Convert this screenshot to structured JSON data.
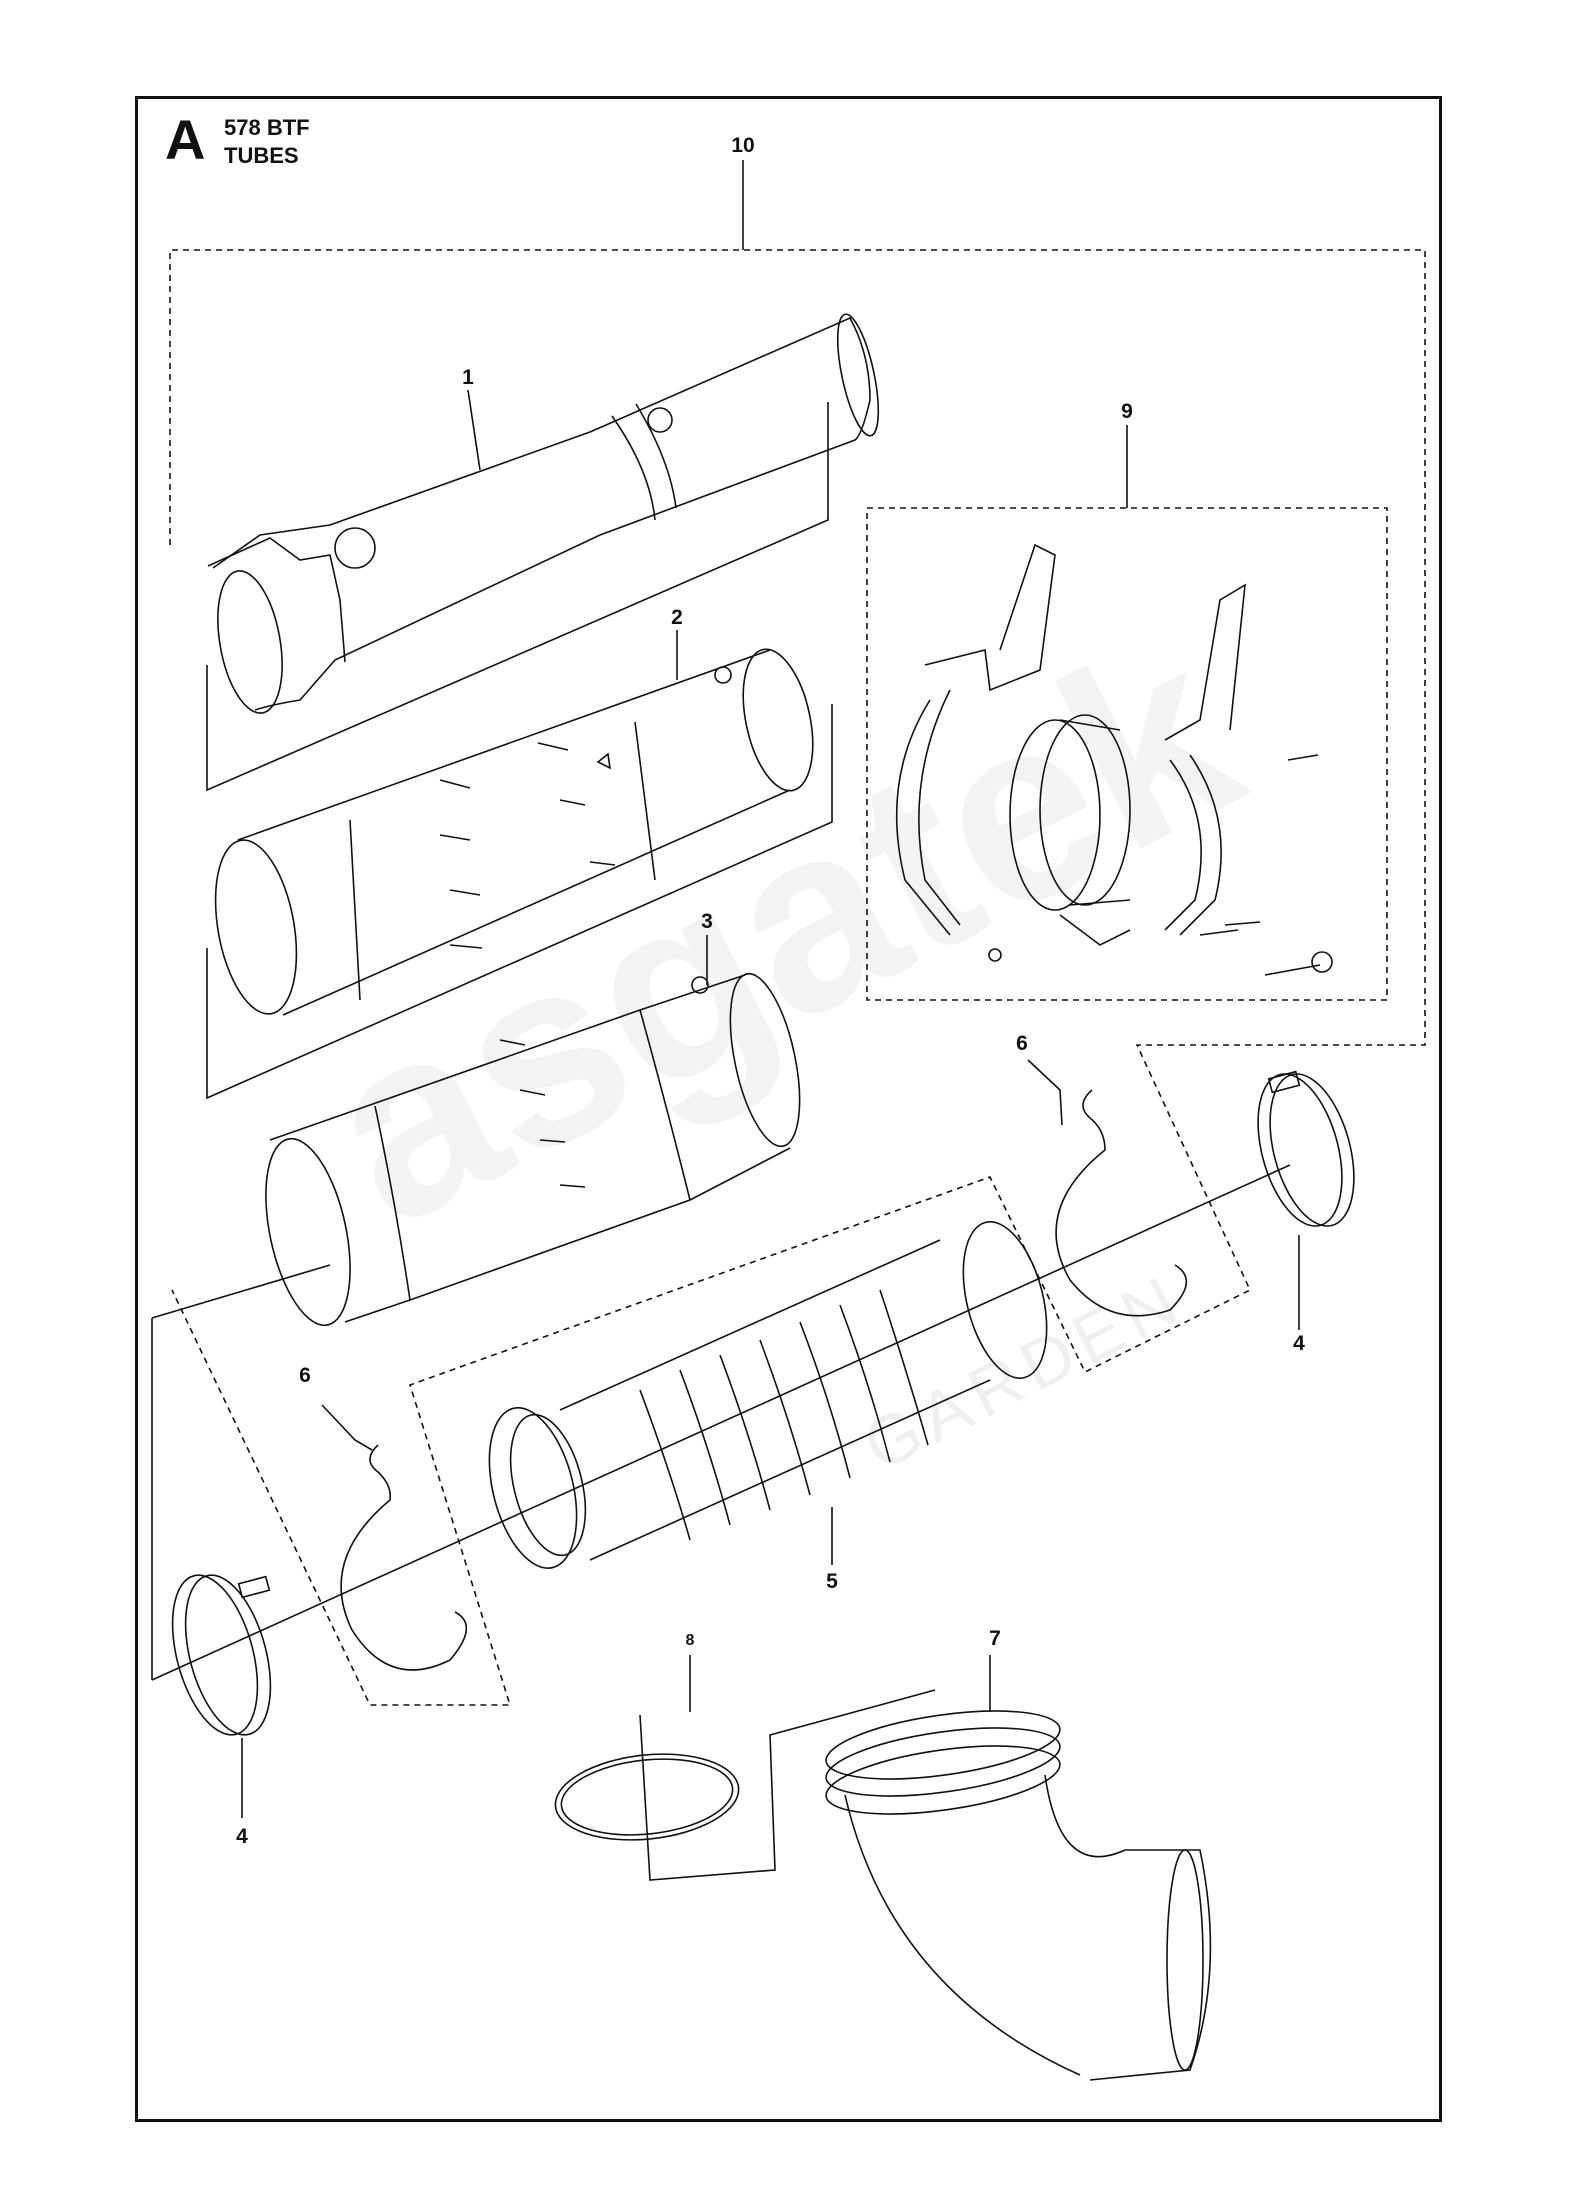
{
  "header": {
    "section_letter": "A",
    "model": "578 BTF",
    "group": "TUBES"
  },
  "watermark": {
    "brand": "asgatek",
    "sub": "GARDEN"
  },
  "callouts": [
    {
      "id": "c10",
      "label": "10",
      "part": "tube-kit-assembly"
    },
    {
      "id": "c1",
      "label": "1",
      "part": "nozzle-tube"
    },
    {
      "id": "c2",
      "label": "2",
      "part": "extension-tube"
    },
    {
      "id": "c3",
      "label": "3",
      "part": "inner-tube"
    },
    {
      "id": "c9",
      "label": "9",
      "part": "handle-clamp-kit"
    },
    {
      "id": "c6a",
      "label": "6",
      "part": "wire-clip-upper"
    },
    {
      "id": "c4a",
      "label": "4",
      "part": "hose-clamp-right"
    },
    {
      "id": "c6b",
      "label": "6",
      "part": "wire-clip-lower"
    },
    {
      "id": "c5",
      "label": "5",
      "part": "flexible-bellows-hose"
    },
    {
      "id": "c4b",
      "label": "4",
      "part": "hose-clamp-left"
    },
    {
      "id": "c8",
      "label": "8",
      "part": "o-ring"
    },
    {
      "id": "c7",
      "label": "7",
      "part": "elbow-pipe"
    }
  ]
}
